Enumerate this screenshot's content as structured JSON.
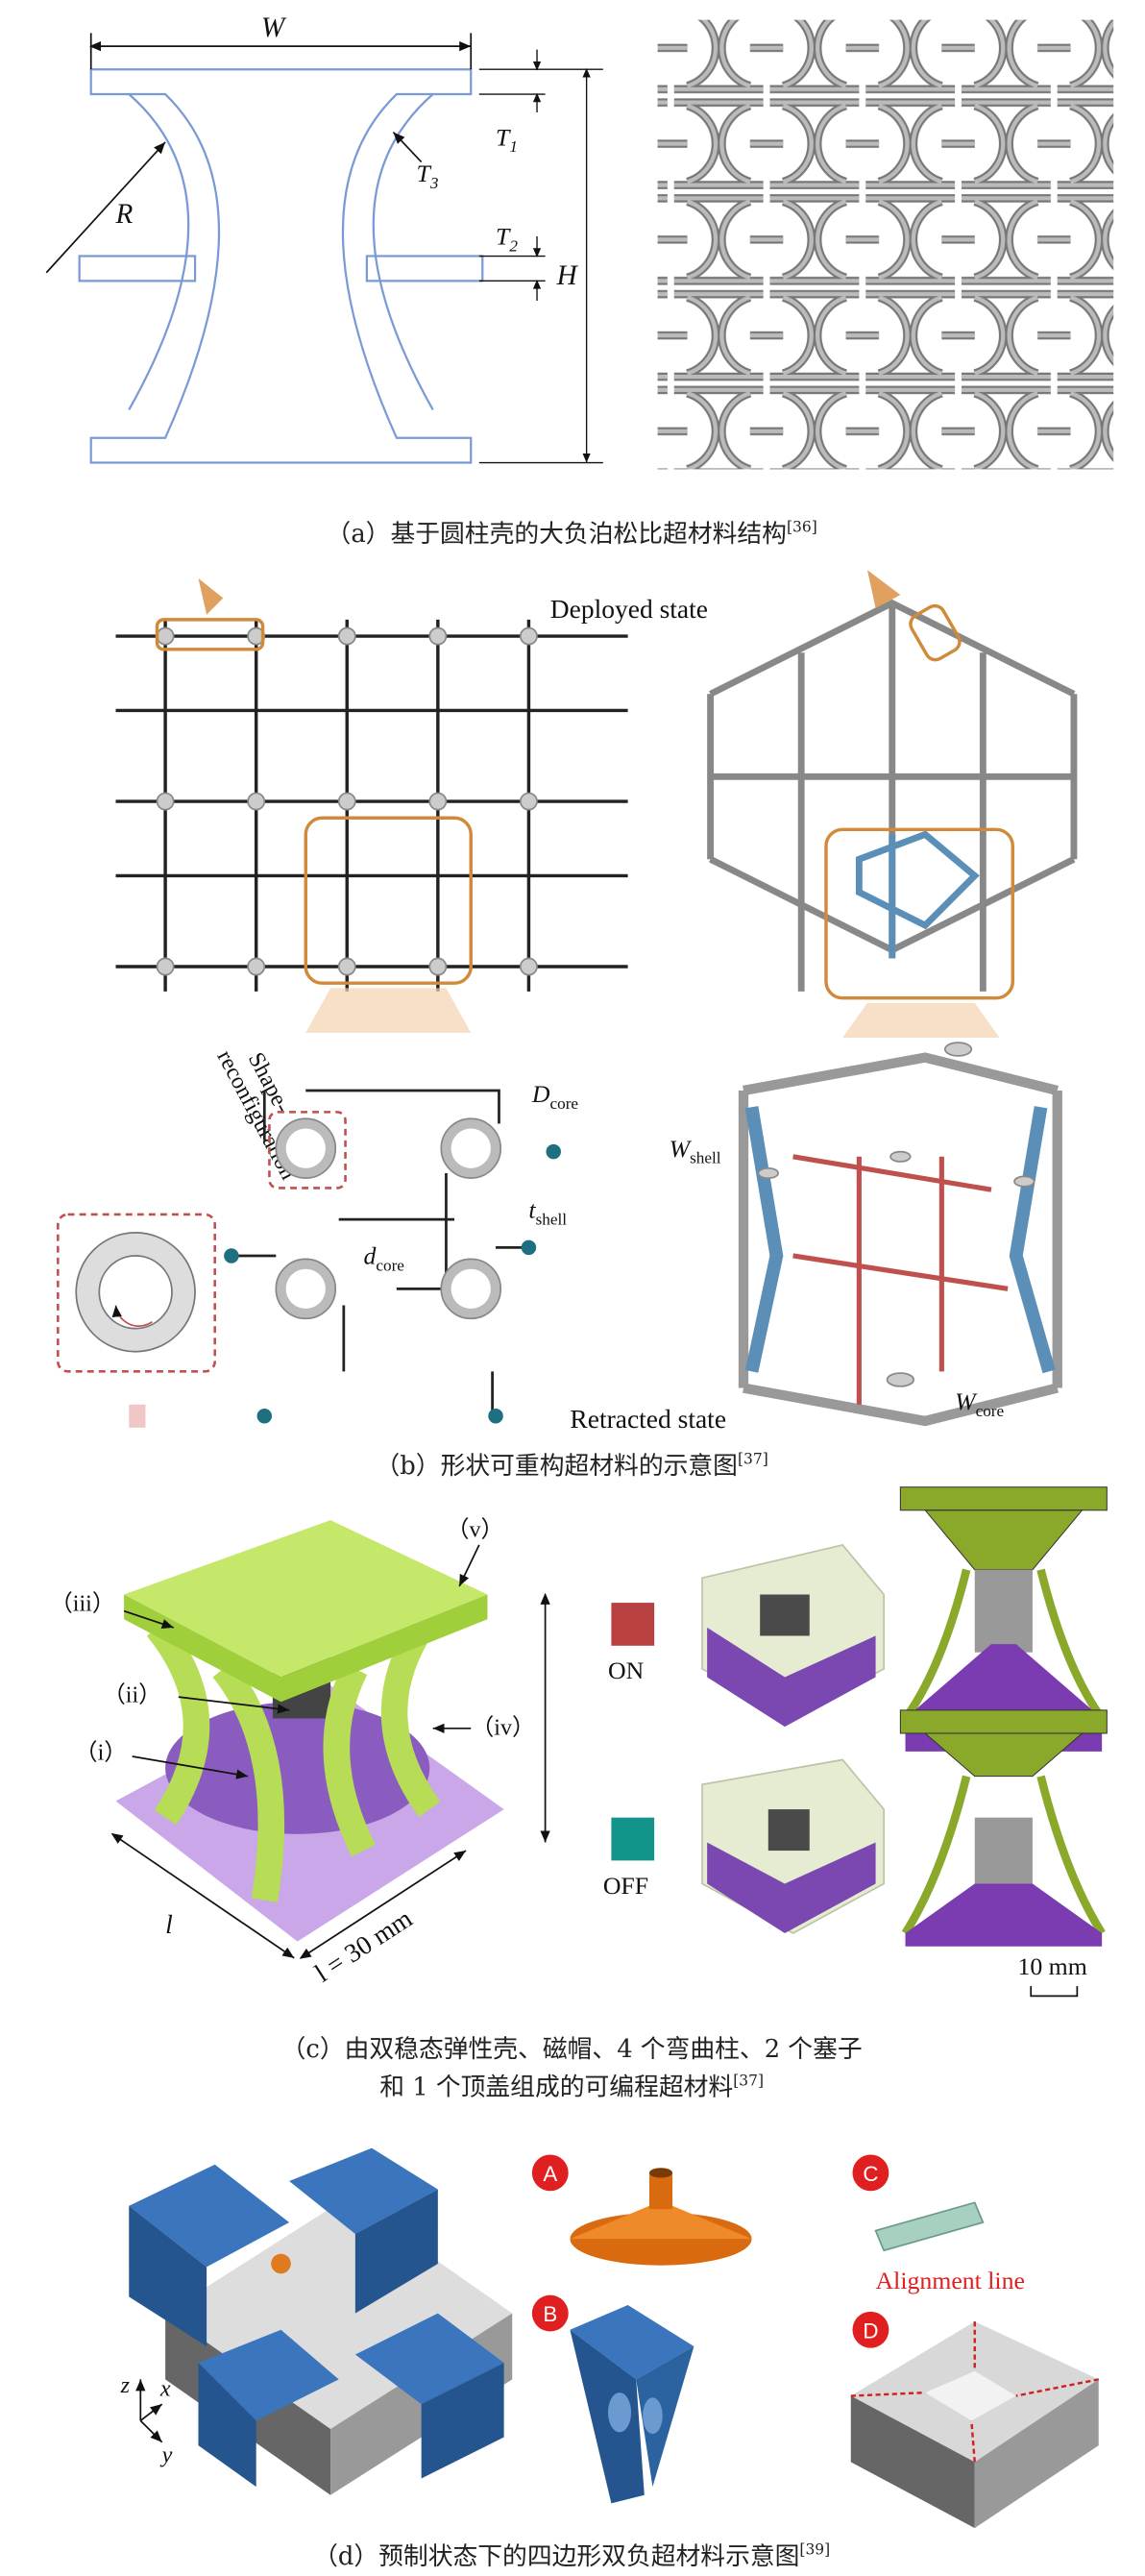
{
  "panel_a": {
    "labels": {
      "W": "W",
      "R": "R",
      "T1": "T",
      "T1_sub": "1",
      "T2": "T",
      "T2_sub": "2",
      "T3": "T",
      "T3_sub": "3",
      "H": "H"
    },
    "caption": "（a）基于圆柱壳的大负泊松比超材料结构",
    "ref": "[36]"
  },
  "panel_b": {
    "deployed": "Deployed state",
    "retracted": "Retracted state",
    "shape_reconfig_1": "Shape-",
    "shape_reconfig_2": "reconfiguration",
    "D_core": "D",
    "D_core_sub": "core",
    "d_core": "d",
    "d_core_sub": "core",
    "t_shell": "t",
    "t_shell_sub": "shell",
    "W_shell": "W",
    "W_shell_sub": "shell",
    "W_core": "W",
    "W_core_sub": "core",
    "caption": "（b）形状可重构超材料的示意图",
    "ref": "[37]",
    "colors": {
      "orange": "#d08a3a",
      "blue": "#5b8fb8",
      "red": "#c0504d",
      "teal": "#1e6f80"
    }
  },
  "panel_c": {
    "parts": [
      "（i）",
      "（ii）",
      "（iii）",
      "（iv）",
      "（v）"
    ],
    "dim_l": "l",
    "dim_l30": "l = 30 mm",
    "on": "ON",
    "off": "OFF",
    "scale": "10 mm",
    "caption_1": "（c）由双稳态弹性壳、磁帽、4 个弯曲柱、2 个塞子",
    "caption_2": "和 1 个顶盖组成的可编程超材料",
    "ref": "[37]",
    "colors": {
      "on": "#b94040",
      "off": "#12948a",
      "green": "#9fcf3a",
      "purple": "#8a5cc0"
    }
  },
  "panel_d": {
    "markers": [
      "A",
      "B",
      "C",
      "D"
    ],
    "alignment": "Alignment line",
    "axes": {
      "z": "z",
      "x": "x",
      "y": "y"
    },
    "caption": "（d）预制状态下的四边形双负超材料示意图",
    "ref": "[39]",
    "colors": {
      "marker": "#e02020",
      "blue": "#2f66a8",
      "orange": "#e07a20"
    }
  }
}
